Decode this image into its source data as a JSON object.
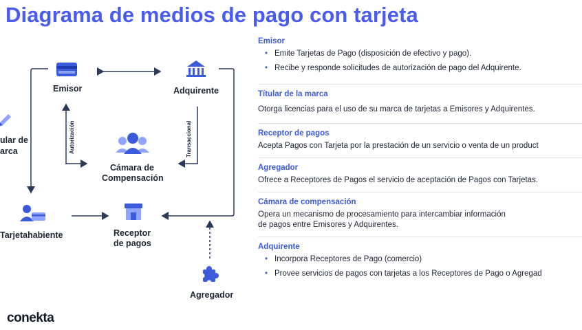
{
  "title": "Diagrama de medios de pago con tarjeta",
  "diagram": {
    "nodes": {
      "emisor": "Emisor",
      "adquirente": "Adquirente",
      "titular_line1": "ular de",
      "titular_line2": "arca",
      "camara_line1": "Cámara de",
      "camara_line2": "Compensación",
      "tarjetahabiente": "Tarjetahabiente",
      "receptor_line1": "Receptor",
      "receptor_line2": "de pagos",
      "agregador": "Agregador"
    },
    "edge_labels": {
      "autorizacion": "Autorización",
      "transaccional": "Transaccional"
    },
    "colors": {
      "accent": "#3b5bdb",
      "arrow": "#2a3a5a"
    }
  },
  "logo": "conekta",
  "sections": {
    "emisor": {
      "title": "Emisor",
      "bullets": [
        "Emite Tarjetas de Pago (disposición de efectivo y pago).",
        "Recibe y responde solicitudes de autorización de pago del Adquirente."
      ]
    },
    "titular": {
      "title": "Títular de la marca",
      "text": "Otorga licencias para el uso de su marca de tarjetas a Emisores y Adquirentes."
    },
    "receptor": {
      "title": "Receptor de pagos",
      "text": "Acepta Pagos con Tarjeta por la prestación de un servicio o venta de un product"
    },
    "agregador": {
      "title": "Agregador",
      "text": "Ofrece a Receptores de Pagos el servicio de aceptación de Pagos con Tarjetas."
    },
    "camara": {
      "title": "Cámara de compensación",
      "text_line1": "Opera un mecanismo de procesamiento para intercambiar información",
      "text_line2": "de pagos entre Emisores y Adquirentes."
    },
    "adquirente": {
      "title": "Adquirente",
      "bullets": [
        "Incorpora Receptores de Pago (comercio)",
        "Provee servicios de pagos con tarjetas a los Receptores de Pago o Agregad"
      ]
    }
  }
}
